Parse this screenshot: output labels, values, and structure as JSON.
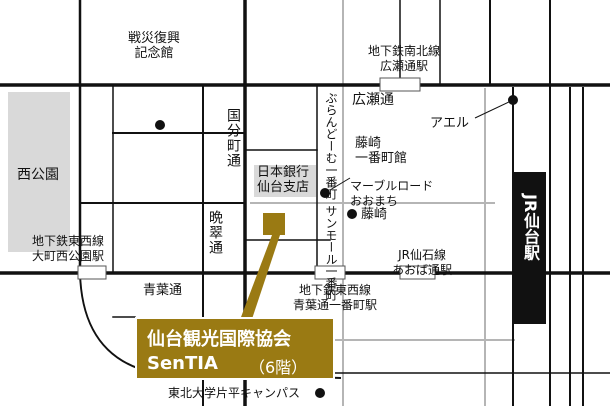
{
  "colors": {
    "road": "#111111",
    "minor_road": "#b5b5b5",
    "park": "#d9d9d9",
    "destination": "#9a7a13",
    "destination_text": "#ffffff",
    "jr_box": "#111111"
  },
  "labels": {
    "sensai_museum": "戦災復興\n記念館",
    "nishi_koen": "西公園",
    "chikatetsu_omachi": "地下鉄東西線\n大町西公園駅",
    "aobadori": "青葉通",
    "bansui": "晩翠通",
    "kokubun": "国分町通",
    "boj": "日本銀行\n仙台支店",
    "burando": "ぶらんどーむ一番町",
    "sunmall": "サンモール一番町",
    "hirose": "広瀬通",
    "chikatetsu_nanboku": "地下鉄南北線\n広瀬通駅",
    "fujisaki_ichiban": "藤崎\n一番町館",
    "marble_road": "マーブルロード\nおおまち",
    "fujisaki": "藤崎",
    "ael": "アエル",
    "jr_senseki": "JR仙石線\nあおば通駅",
    "chikatetsu_aobadori": "地下鉄東西線\n青葉通一番町駅",
    "jr_sendai": "JR仙台駅",
    "tohoku_univ": "東北大学片平キャンパス"
  },
  "destination": {
    "name": "仙台観光国際協会",
    "en": "SenTIA",
    "floor": "（6階）"
  }
}
